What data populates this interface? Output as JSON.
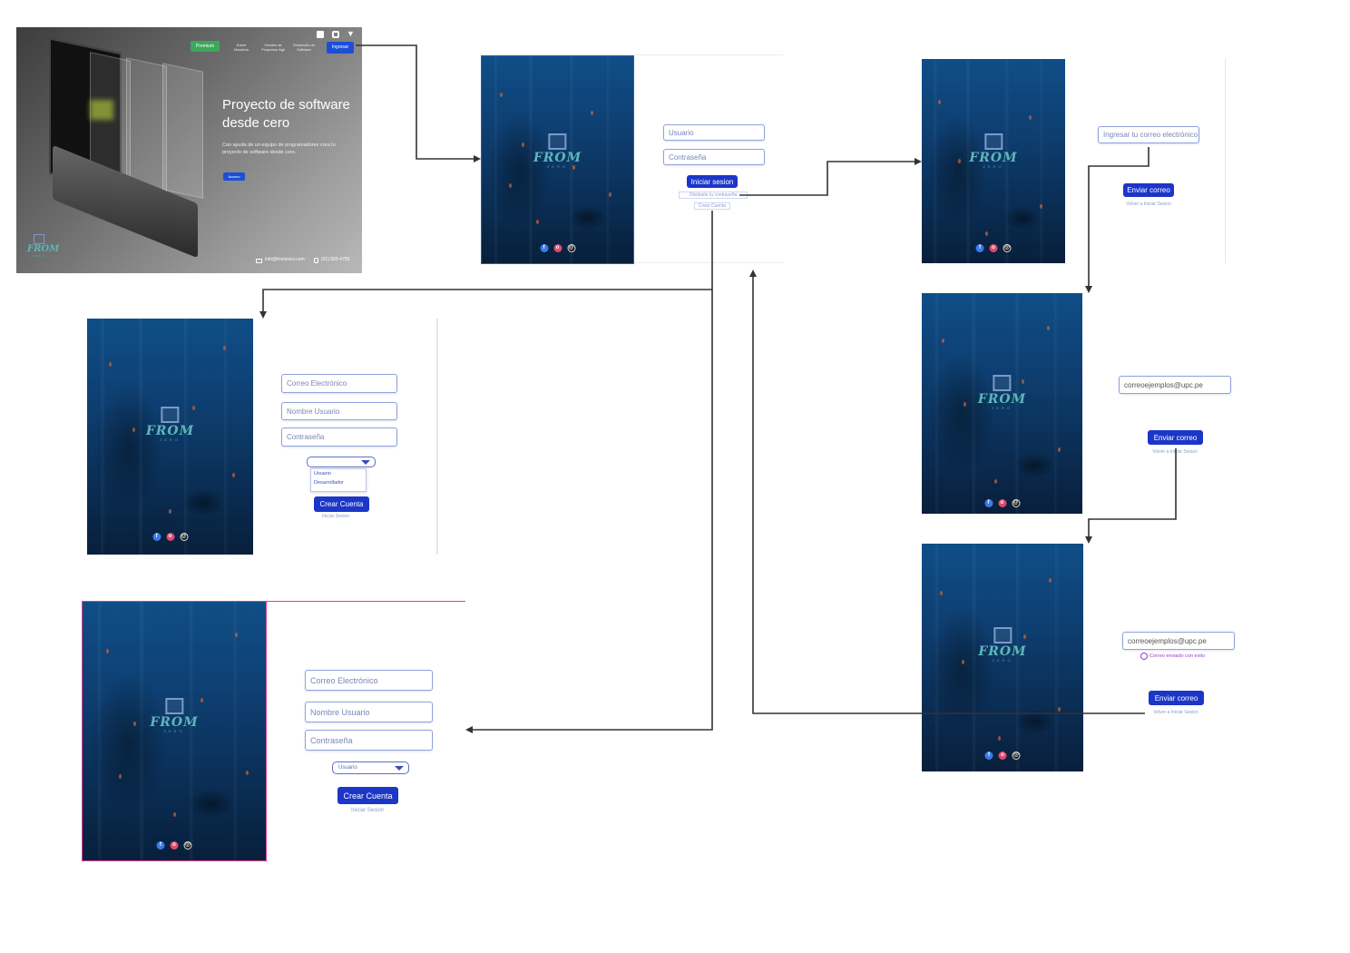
{
  "landing": {
    "nav": [
      "Premium",
      "Sobre Nosotros",
      "Gestión de Proyectos Ágil",
      "Desarrollo de Software"
    ],
    "login_button": "Ingresar",
    "headline": "Proyecto de software desde cero",
    "subtext": "Con ayuda de un equipo de programadores crea tu proyecto de software desde cero.",
    "cta": "Acceso",
    "email": "info@fromzero.com",
    "phone": "(01) 555-4750",
    "logo_word": "FROM",
    "logo_sub": "ZERO"
  },
  "login": {
    "user_placeholder": "Usuario",
    "password_placeholder": "Contraseña",
    "submit": "Iniciar sesion",
    "forgot": "Olvidaste tu contraseña",
    "create_account": "Crear Cuenta"
  },
  "recover": {
    "email_placeholder": "Ingresar tu correo electrónico",
    "send": "Enviar correo",
    "back": "Volver a Iniciar Sesion"
  },
  "recover_filled": {
    "email_value": "correoejemplos@upc.pe",
    "send": "Enviar correo",
    "back": "Volver a Iniciar Sesion"
  },
  "recover_sent": {
    "email_value": "correoejemplos@upc.pe",
    "success": "Correo enviado con exito",
    "send": "Enviar correo",
    "back": "Volver a Iniciar Sesion"
  },
  "register_open": {
    "email_placeholder": "Correo Electrónico",
    "username_placeholder": "Nombre Usuario",
    "password_placeholder": "Contraseña",
    "options": [
      "Usuario",
      "Desarrollador"
    ],
    "submit": "Crear Cuenta",
    "login_link": "Iniciar Sesion"
  },
  "register_selected": {
    "email_placeholder": "Correo Electrónico",
    "username_placeholder": "Nombre Usuario",
    "password_placeholder": "Contraseña",
    "selected": "Usuario",
    "submit": "Crear Cuenta",
    "login_link": "Iniciar Sesion"
  },
  "colors": {
    "button": "#1c36c8",
    "field_border": "#8fa2da",
    "arrow": "#333333",
    "selection": "#e0419a",
    "success": "#9b3cc9"
  },
  "icons": [
    "facebook-icon",
    "instagram-icon",
    "threads-icon",
    "twitter-icon",
    "mail-icon",
    "phone-icon",
    "check-circle-icon",
    "caret-down-icon"
  ]
}
